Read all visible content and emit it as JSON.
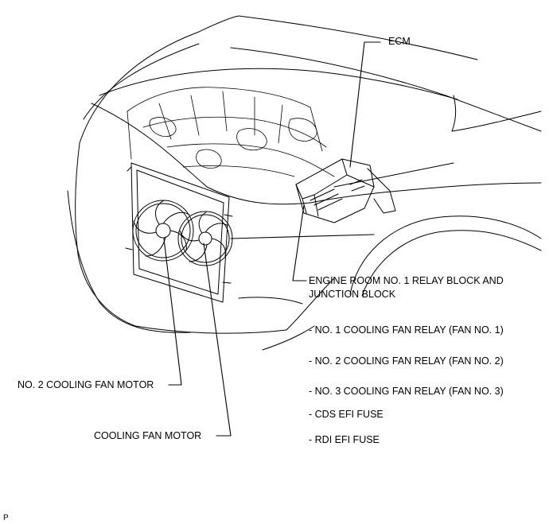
{
  "labels": {
    "ecm": "ECM",
    "relay_block_line1": "ENGINE ROOM NO. 1 RELAY BLOCK AND",
    "relay_block_line2": "JUNCTION BLOCK",
    "no2_cooling_fan_motor": "NO. 2 COOLING FAN MOTOR",
    "cooling_fan_motor": "COOLING FAN MOTOR",
    "corner_mark": "P"
  },
  "relay_block_items": [
    "- NO. 1 COOLING FAN RELAY (FAN NO. 1)",
    "- NO. 2 COOLING FAN RELAY (FAN NO. 2)",
    "- NO. 3 COOLING FAN RELAY (FAN NO. 3)",
    "- CDS EFI FUSE",
    "- RDI EFI FUSE"
  ],
  "colors": {
    "line": "#000000",
    "background": "#ffffff"
  }
}
